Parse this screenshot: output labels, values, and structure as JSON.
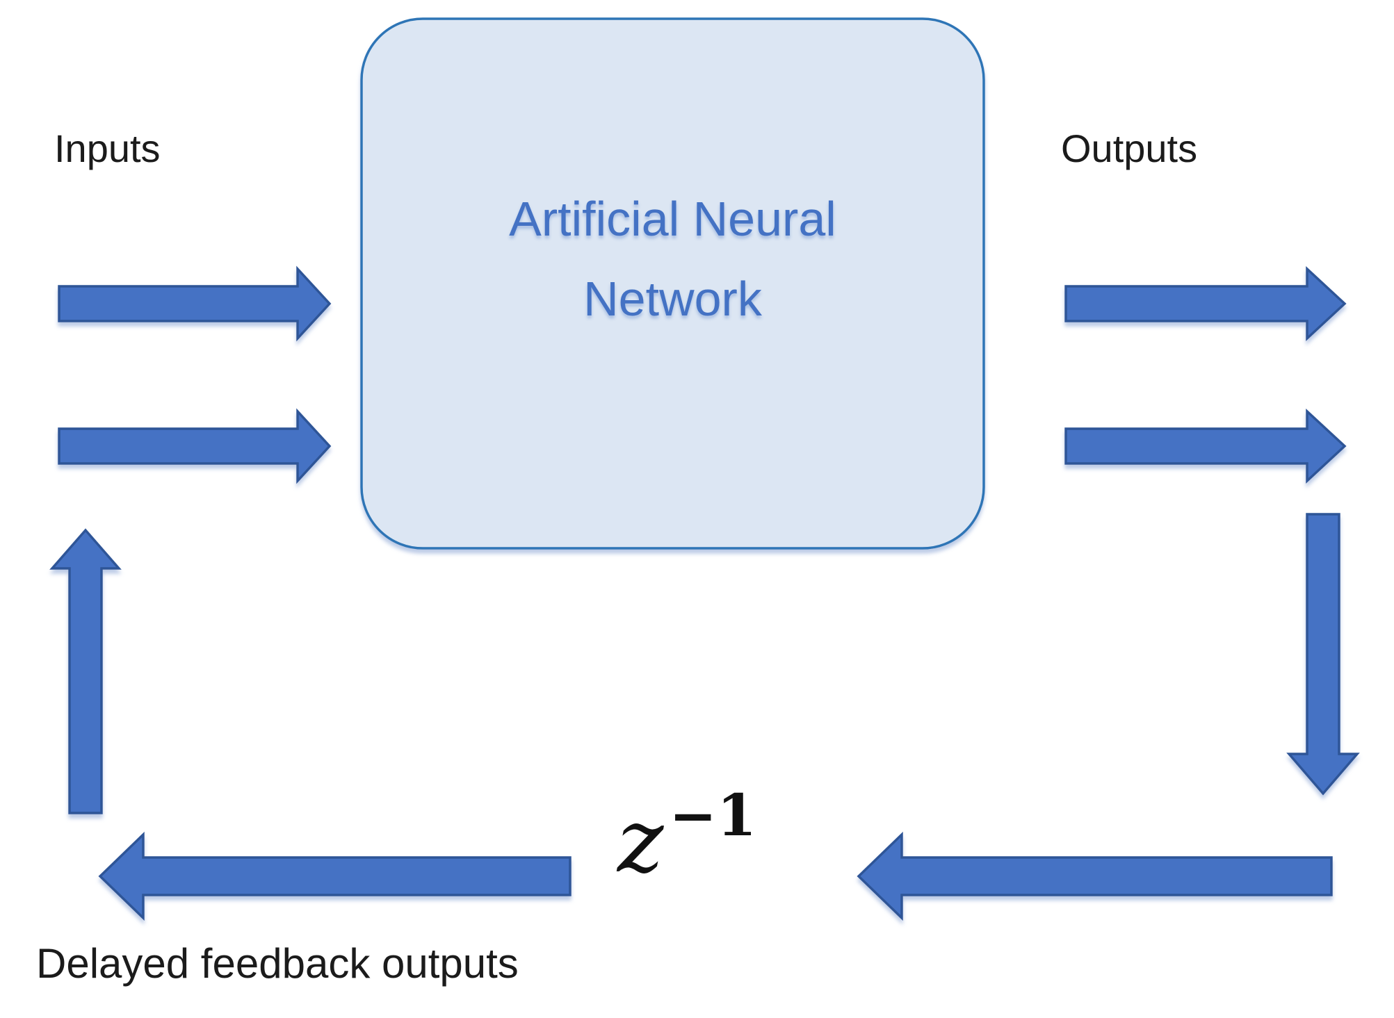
{
  "diagram": {
    "inputs_label": "Inputs",
    "outputs_label": "Outputs",
    "box_title_line1": "Artificial Neural",
    "box_title_line2": "Network",
    "delay_operator_base": "z",
    "delay_operator_exponent": "−1",
    "feedback_label": "Delayed feedback outputs",
    "colors": {
      "arrow_fill": "#4472c4",
      "arrow_border": "#2f5597",
      "box_fill": "#dce6f3",
      "box_border": "#2e75b6",
      "box_text": "#4472c4",
      "label_text": "#1b1b1b"
    }
  }
}
